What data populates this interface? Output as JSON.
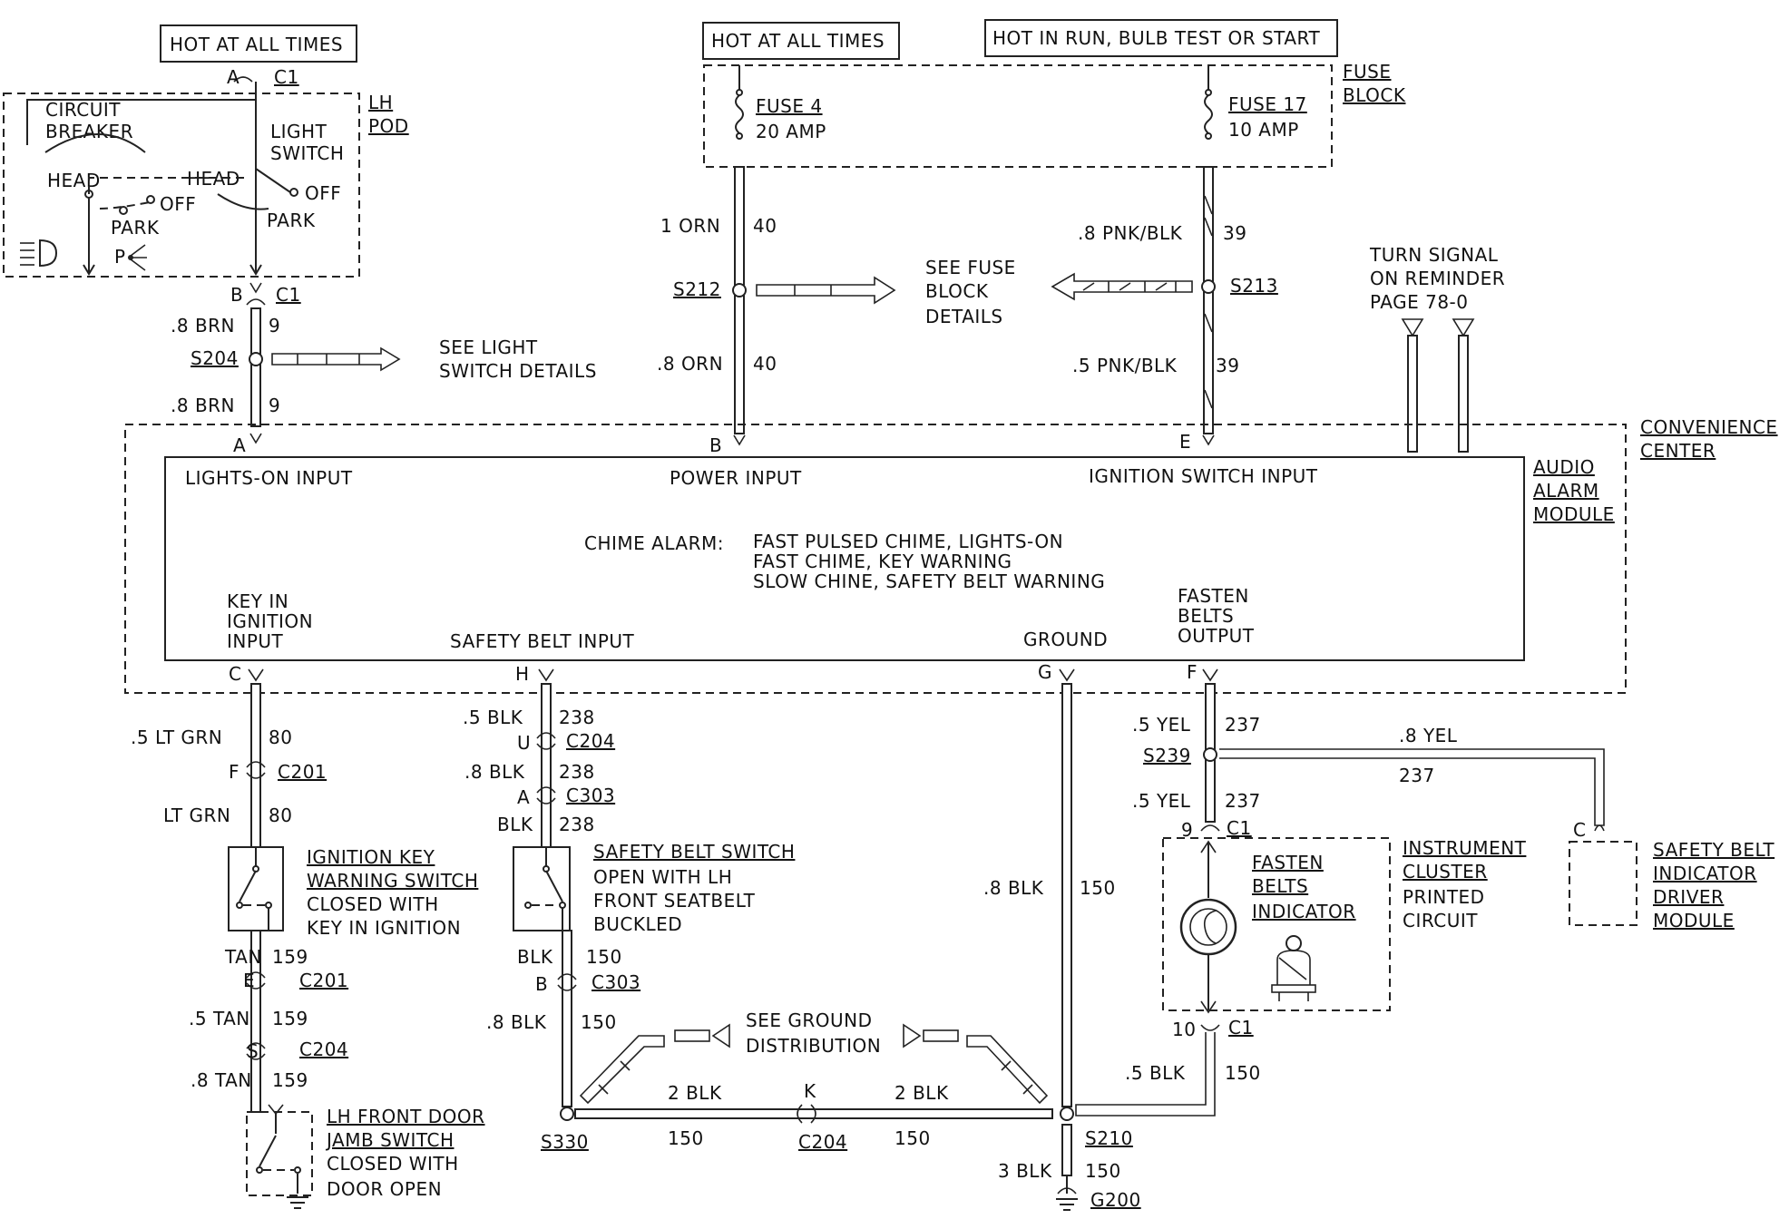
{
  "hot_at_all_times_1": "HOT AT ALL TIMES",
  "hot_at_all_times_2": "HOT AT ALL TIMES",
  "hot_in_run": "HOT IN RUN, BULB TEST OR START",
  "fuse_block": [
    "FUSE",
    "BLOCK"
  ],
  "fuse4": {
    "name": "FUSE 4",
    "rating": "20 AMP"
  },
  "fuse17": {
    "name": "FUSE 17",
    "rating": "10 AMP"
  },
  "lh_pod": {
    "title": [
      "LH",
      "POD"
    ],
    "pin_a": "A",
    "conn_a": "C1",
    "pin_b": "B",
    "conn_b": "C1",
    "circuit_breaker": [
      "CIRCUIT",
      "BREAKER"
    ],
    "light_switch": [
      "LIGHT",
      "SWITCH"
    ],
    "head_1": "HEAD",
    "off_1": "OFF",
    "park_1": "PARK",
    "head_2": "HEAD",
    "off_2": "OFF",
    "park_2": "PARK"
  },
  "wires": {
    "brn_1": ".8 BRN",
    "brn_1_num": "9",
    "s204": "S204",
    "light_details": [
      "SEE LIGHT",
      "SWITCH DETAILS"
    ],
    "brn_2": ".8 BRN",
    "brn_2_num": "9",
    "orn_1": "1 ORN",
    "orn_1_num": "40",
    "s212": "S212",
    "fuse_details": [
      "SEE FUSE",
      "BLOCK",
      "DETAILS"
    ],
    "orn_2": ".8 ORN",
    "orn_2_num": "40",
    "pnk_1": ".8 PNK/BLK",
    "pnk_1_num": "39",
    "s213": "S213",
    "pnk_2": ".5 PNK/BLK",
    "pnk_2_num": "39",
    "turn_signal": [
      "TURN SIGNAL",
      "ON REMINDER",
      "PAGE 78-0"
    ]
  },
  "module": {
    "convenience_center": [
      "CONVENIENCE",
      "CENTER"
    ],
    "audio_alarm": [
      "AUDIO",
      "ALARM",
      "MODULE"
    ],
    "pin_a": "A",
    "pin_b": "B",
    "pin_e": "E",
    "lights_on_input": "LIGHTS-ON INPUT",
    "power_input": "POWER INPUT",
    "ignition_switch_input": "IGNITION  SWITCH INPUT",
    "chime_label": "CHIME ALARM:",
    "chime_lines": [
      "FAST PULSED CHIME, LIGHTS-ON",
      "FAST CHIME, KEY WARNING",
      "SLOW CHINE, SAFETY BELT WARNING"
    ],
    "key_in_ignition": [
      "KEY IN",
      "IGNITION",
      "INPUT"
    ],
    "safety_belt_input": "SAFETY BELT INPUT",
    "ground": "GROUND",
    "fasten_belts_output": [
      "FASTEN",
      "BELTS",
      "OUTPUT"
    ],
    "pin_c": "C",
    "pin_h": "H",
    "pin_g": "G",
    "pin_f": "F"
  },
  "lower_left": {
    "ltgrn_1": ".5 LT GRN",
    "ltgrn_1_num": "80",
    "pin_f": "F",
    "c201_a": "C201",
    "ltgrn_2": "LT GRN",
    "ltgrn_2_num": "80",
    "ign_switch": [
      "IGNITION KEY",
      "WARNING SWITCH"
    ],
    "ign_switch_desc": [
      "CLOSED WITH",
      "KEY IN IGNITION"
    ],
    "tan_1": "TAN",
    "tan_1_num": "159",
    "pin_e": "E",
    "c201_b": "C201",
    "tan_2": ".5 TAN",
    "tan_2_num": "159",
    "pin_s": "S",
    "c204": "C204",
    "tan_3": ".8 TAN",
    "tan_3_num": "159",
    "door_jamb": [
      "LH FRONT DOOR",
      "JAMB SWITCH"
    ],
    "door_jamb_desc": [
      "CLOSED WITH",
      "DOOR OPEN"
    ]
  },
  "lower_mid": {
    "blk_1": ".5 BLK",
    "blk_1_num": "238",
    "pin_u": "U",
    "c204": "C204",
    "blk_2": ".8 BLK",
    "blk_2_num": "238",
    "pin_a": "A",
    "c303_a": "C303",
    "blk_3": "BLK",
    "blk_3_num": "238",
    "belt_switch": "SAFETY BELT SWITCH",
    "belt_switch_desc": [
      "OPEN WITH LH",
      "FRONT SEATBELT",
      "BUCKLED"
    ],
    "blk_4": "BLK",
    "blk_4_num": "150",
    "pin_b": "B",
    "c303_b": "C303",
    "blk_5": ".8 BLK",
    "blk_5_num": "150",
    "ground_dist": [
      "SEE GROUND",
      "DISTRIBUTION"
    ],
    "s330": "S330",
    "blk_6": "2 BLK",
    "blk_6_num": "150",
    "pin_k": "K",
    "c204_b": "C204",
    "blk_7": "2 BLK",
    "blk_7_num": "150"
  },
  "lower_right": {
    "blk_g": ".8 BLK",
    "blk_g_num": "150",
    "s210": "S210",
    "blk_3": "3 BLK",
    "blk_3_num": "150",
    "g200": "G200",
    "yel_1": ".5 YEL",
    "yel_1_num": "237",
    "s239": "S239",
    "yel_8": ".8 YEL",
    "yel_8_num": "237",
    "yel_2": ".5 YEL",
    "yel_2_num": "237",
    "pin_9": "9",
    "c1_a": "C1",
    "fasten_indicator": [
      "FASTEN",
      "BELTS",
      "INDICATOR"
    ],
    "instrument_cluster": [
      "INSTRUMENT",
      "CLUSTER"
    ],
    "printed_circuit": [
      "PRINTED",
      "CIRCUIT"
    ],
    "pin_10": "10",
    "c1_b": "C1",
    "blk_5": ".5 BLK",
    "blk_5_num": "150",
    "pin_c": "C",
    "belt_indicator_module": [
      "SAFETY BELT",
      "INDICATOR",
      "DRIVER",
      "MODULE"
    ]
  }
}
